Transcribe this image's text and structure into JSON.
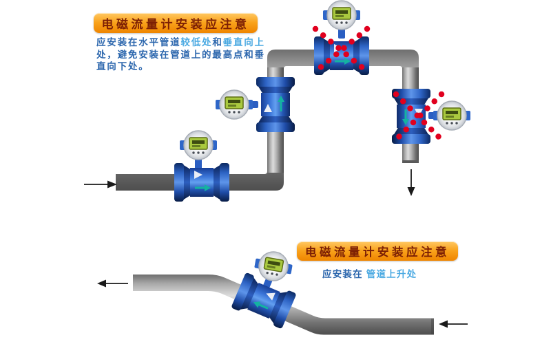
{
  "top_note": {
    "banner": "电磁流量计安装应注意",
    "seg1": "应安装在水平管道",
    "seg2": "较低处",
    "seg3": "和",
    "seg4": "垂直向上",
    "seg5": "处，避免安装在管道上的最高点和垂直向下处。"
  },
  "bottom_note": {
    "banner": "电磁流量计安装应注意",
    "seg1": "应安装在 ",
    "seg2": "管道上升处"
  },
  "diagram": {
    "top_scene": {
      "flowmeters": [
        {
          "location": "horizontal-pipe-low-section",
          "status": "correct",
          "flow_arrow": "right"
        },
        {
          "location": "vertical-pipe-upward-flow",
          "status": "correct",
          "flow_arrow": "up"
        },
        {
          "location": "pipe-highest-point",
          "status": "incorrect-crossed-out",
          "flow_arrow": "right"
        },
        {
          "location": "vertical-pipe-downward-flow",
          "status": "incorrect-crossed-out",
          "flow_arrow": "down"
        }
      ],
      "flow_in_arrow": "right",
      "flow_out_arrow": "down"
    },
    "bottom_scene": {
      "flowmeters": [
        {
          "location": "rising-inclined-pipe",
          "status": "correct",
          "flow_arrow": "up-left"
        }
      ],
      "flow_in_arrow": "left",
      "flow_out_arrow": "left"
    }
  },
  "colors": {
    "banner_orange": "#f9a21b",
    "banner_text": "#7c1f04",
    "note_blue": "#2b66ad",
    "note_highlight_blue": "#4aa9e2",
    "meter_blue": "#2d63c4",
    "pipe_gray": "#b4b4b4",
    "error_red": "#e1001e",
    "lcd_green": "#a9c93f",
    "flow_arrow_teal": "#14b3a1",
    "direction_arrow_black": "#1a1a1a"
  }
}
